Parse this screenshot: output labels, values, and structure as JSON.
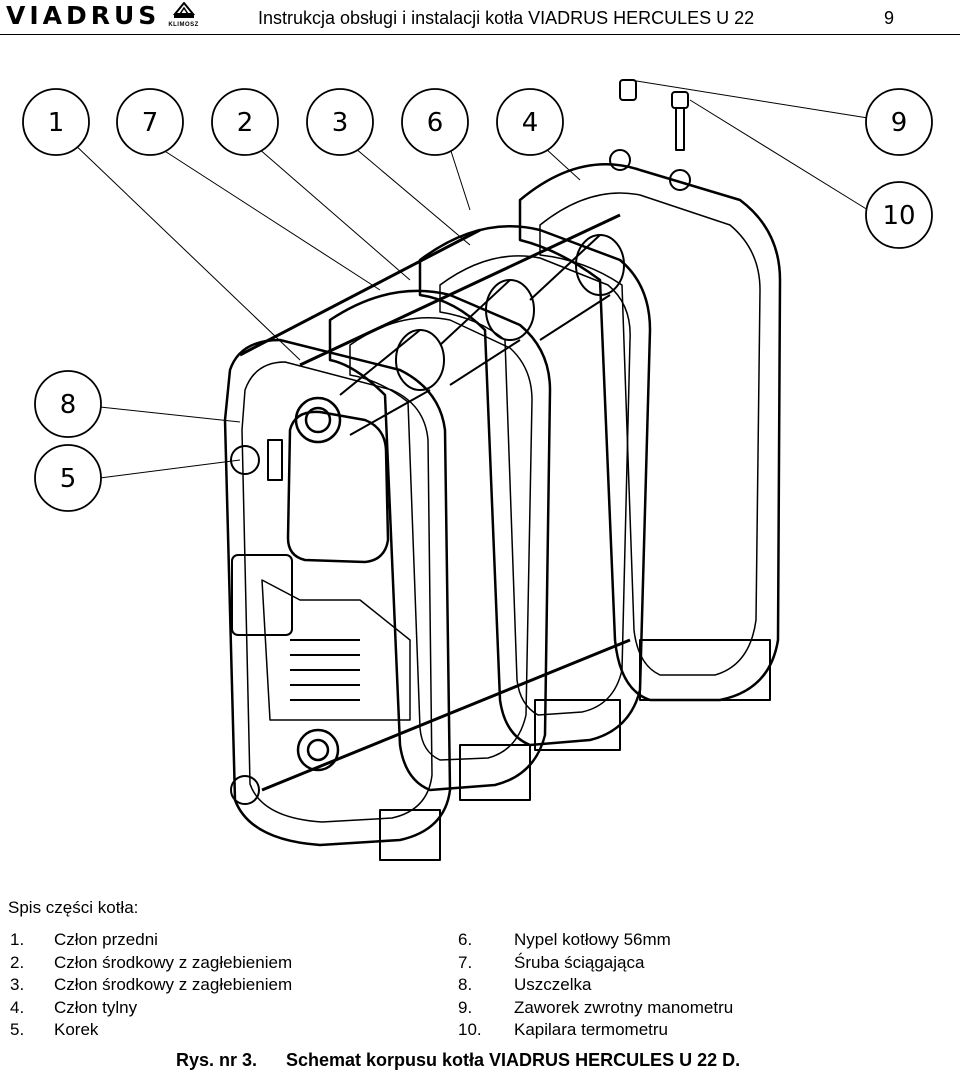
{
  "header": {
    "logo_text": "VIADRUS",
    "logo_sub": "KLIMOSZ",
    "title": "Instrukcja obsługi i instalacji kotła VIADRUS HERCULES U 22",
    "page_number": "9"
  },
  "callouts": [
    "1",
    "7",
    "2",
    "3",
    "6",
    "4",
    "9",
    "10",
    "8",
    "5"
  ],
  "parts": {
    "title": "Spis części kotła:",
    "items": [
      {
        "num": "1.",
        "label": "Człon przedni"
      },
      {
        "num": "2.",
        "label": "Człon środkowy z zagłebieniem"
      },
      {
        "num": "3.",
        "label": "Człon środkowy z zagłebieniem"
      },
      {
        "num": "4.",
        "label": "Człon tylny"
      },
      {
        "num": "5.",
        "label": "Korek"
      },
      {
        "num": "6.",
        "label": "Nypel kotłowy 56mm"
      },
      {
        "num": "7.",
        "label": "Śruba ściągająca"
      },
      {
        "num": "8.",
        "label": "Uszczelka"
      },
      {
        "num": "9.",
        "label": "Zaworek zwrotny manometru"
      },
      {
        "num": "10.",
        "label": "Kapilara termometru"
      }
    ]
  },
  "caption": {
    "figure": "Rys. nr 3.",
    "text": "Schemat korpusu kotła VIADRUS HERCULES U 22 D."
  }
}
